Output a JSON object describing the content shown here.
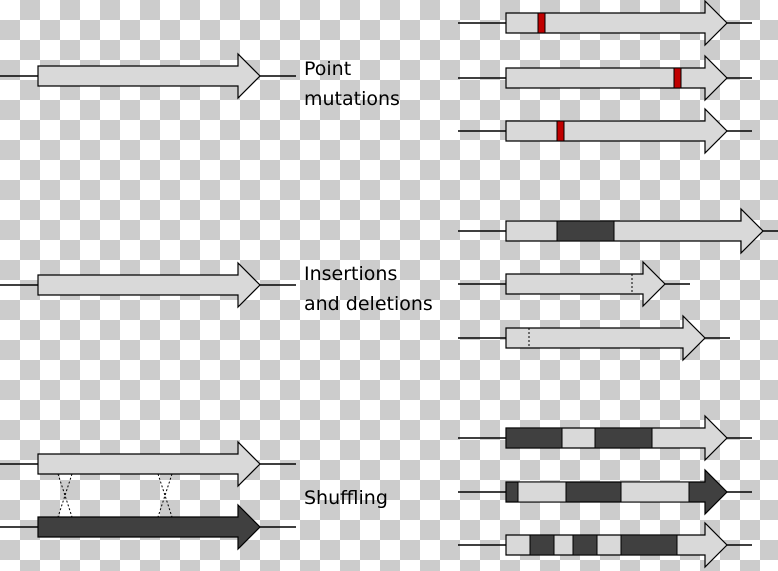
{
  "labels": {
    "point_line1": "Point",
    "point_line2": "mutations",
    "indel_line1": "Insertions",
    "indel_line2": "and deletions",
    "shuffling": "Shuffling"
  },
  "colors": {
    "light_segment": "#d9d9d9",
    "dark_segment": "#404040",
    "mutation_mark": "#c00000",
    "outline": "#000000"
  }
}
